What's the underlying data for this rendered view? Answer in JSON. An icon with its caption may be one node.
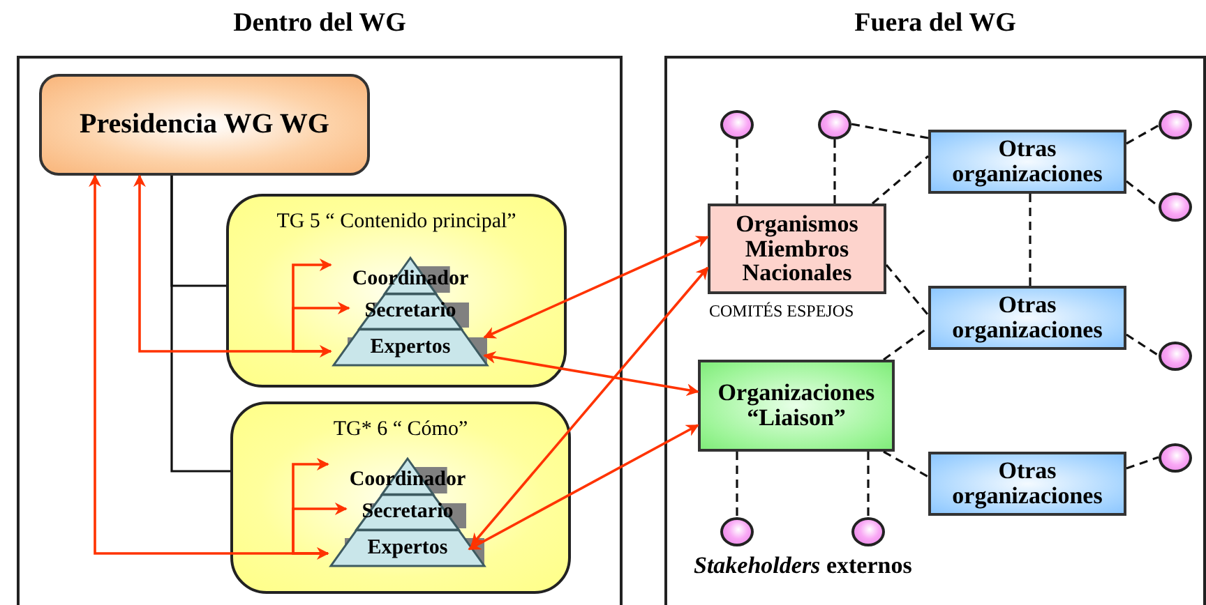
{
  "diagram": {
    "nodes": [
      {
        "text": [
          "Dentro del WG"
        ]
      },
      {
        "text": [
          "Presidencia WG WG"
        ],
        "in": 0
      },
      {
        "text": [
          "TG 5 “ Contenido principal”"
        ],
        "in": 0
      },
      {
        "text": [
          "Coordinador"
        ],
        "in": 2
      },
      {
        "text": [
          "Secretario"
        ],
        "in": 2
      },
      {
        "text": [
          "Expertos"
        ],
        "in": 2
      },
      {
        "text": [
          "TG* 6 “ Cómo”"
        ],
        "in": 0
      },
      {
        "text": [
          "Coordinador"
        ],
        "in": 6
      },
      {
        "text": [
          "Secretario"
        ],
        "in": 6
      },
      {
        "text": [
          "Expertos"
        ],
        "in": 6
      },
      {
        "text": [
          "Fuera del WG"
        ]
      },
      {
        "text": [
          "Organismos Miembros Nacionales"
        ],
        "beside": [
          "COMITÉS ESPEJOS"
        ],
        "in": 10
      },
      {
        "text": [
          "Organizaciones “Liaison”"
        ],
        "in": 10
      },
      {
        "text": [
          "Otras organizaciones"
        ],
        "in": 10
      },
      {
        "text": [
          "Otras organizaciones"
        ],
        "in": 10
      },
      {
        "text": [
          "Otras organizaciones"
        ],
        "in": 10
      },
      {
        "text": [],
        "shape": "circle",
        "in": 10
      },
      {
        "text": [],
        "shape": "circle",
        "in": 10
      },
      {
        "text": [],
        "shape": "circle",
        "in": 10
      },
      {
        "text": [],
        "shape": "circle",
        "in": 10
      },
      {
        "text": [],
        "shape": "circle",
        "in": 10
      },
      {
        "text": [],
        "shape": "circle",
        "in": 10
      },
      {
        "text": [],
        "shape": "circle",
        "in": 10
      },
      {
        "text": [],
        "shape": "circle",
        "in": 10
      }
    ],
    "edges": [
      {
        "from": 1,
        "to": 2,
        "arrow": "none"
      },
      {
        "from": 1,
        "to": 6,
        "arrow": "none"
      },
      {
        "from": 5,
        "to": 1,
        "arrow": "both",
        "color": "#ff3300"
      },
      {
        "from": 5,
        "to": 3,
        "arrow": "to",
        "color": "#ff3300"
      },
      {
        "from": 5,
        "to": 4,
        "arrow": "to",
        "color": "#ff3300"
      },
      {
        "from": 9,
        "to": 1,
        "arrow": "both",
        "color": "#ff3300"
      },
      {
        "from": 9,
        "to": 7,
        "arrow": "to",
        "color": "#ff3300"
      },
      {
        "from": 9,
        "to": 8,
        "arrow": "to",
        "color": "#ff3300"
      },
      {
        "from": 5,
        "to": 11,
        "arrow": "both",
        "color": "#ff3300"
      },
      {
        "from": 9,
        "to": 11,
        "arrow": "both",
        "color": "#ff3300"
      },
      {
        "from": 5,
        "to": 12,
        "arrow": "both",
        "color": "#ff3300"
      },
      {
        "from": 9,
        "to": 12,
        "arrow": "both",
        "color": "#ff3300"
      },
      {
        "from": 16,
        "to": 11,
        "arrow": "none",
        "style": "dashed"
      },
      {
        "from": 17,
        "to": 11,
        "arrow": "none",
        "style": "dashed"
      },
      {
        "from": 17,
        "to": 13,
        "arrow": "none",
        "style": "dashed"
      },
      {
        "from": 11,
        "to": 13,
        "arrow": "none",
        "style": "dashed"
      },
      {
        "from": 13,
        "to": 18,
        "arrow": "none",
        "style": "dashed"
      },
      {
        "from": 13,
        "to": 19,
        "arrow": "none",
        "style": "dashed"
      },
      {
        "from": 13,
        "to": 14,
        "arrow": "none",
        "style": "dashed"
      },
      {
        "from": 11,
        "to": 14,
        "arrow": "none",
        "style": "dashed"
      },
      {
        "from": 12,
        "to": 14,
        "arrow": "none",
        "style": "dashed"
      },
      {
        "from": 14,
        "to": 20,
        "arrow": "none",
        "style": "dashed"
      },
      {
        "from": 12,
        "to": 15,
        "arrow": "none",
        "style": "dashed"
      },
      {
        "from": 15,
        "to": 21,
        "arrow": "none",
        "style": "dashed"
      },
      {
        "from": 12,
        "to": 22,
        "arrow": "none",
        "style": "dashed"
      },
      {
        "from": 12,
        "to": 23,
        "arrow": "none",
        "style": "dashed"
      }
    ],
    "labels": [
      "*Stakeholders* externos"
    ]
  }
}
